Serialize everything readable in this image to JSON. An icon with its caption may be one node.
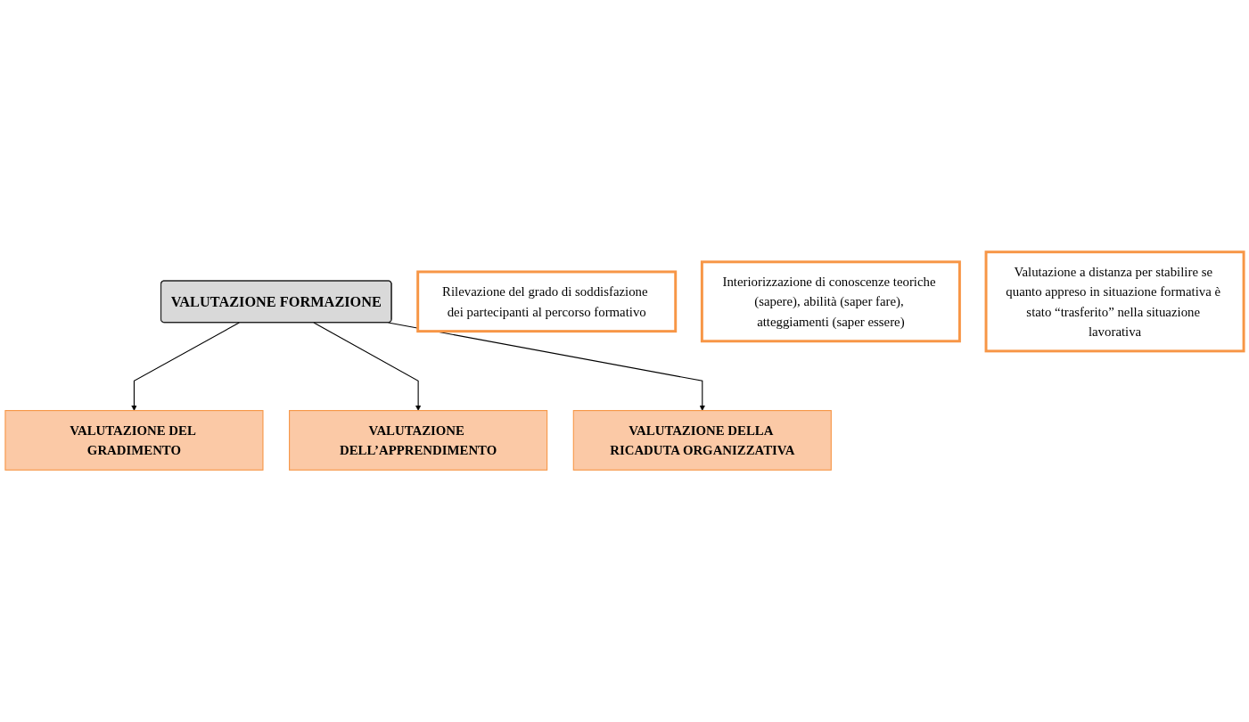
{
  "diagram": {
    "nodes": [
      {
        "text": [
          "VALUTAZIONE FORMAZIONE"
        ]
      },
      {
        "text": [
          "VALUTAZIONE DEL GRADIMENTO"
        ]
      },
      {
        "text": [
          "VALUTAZIONE DELL’APPRENDIMENTO"
        ]
      },
      {
        "text": [
          "VALUTAZIONE DELLA RICADUTA ORGANIZZATIVA"
        ]
      },
      {
        "text": [
          "Rilevazione del grado di soddisfazione dei partecipanti al percorso formativo"
        ]
      },
      {
        "text": [
          "Interiorizzazione di conoscenze teoriche (sapere), abilità (saper fare), atteggiamenti (saper essere)"
        ]
      },
      {
        "text": [
          "Valutazione a distanza per stabilire se quanto appreso in situazione formativa è stato “trasferito” nella situazione lavorativa"
        ]
      }
    ],
    "edges": [
      {
        "from": 0,
        "to": 1,
        "arrow": "to"
      },
      {
        "from": 0,
        "to": 2,
        "arrow": "to"
      },
      {
        "from": 0,
        "to": 3,
        "arrow": "to"
      }
    ]
  }
}
